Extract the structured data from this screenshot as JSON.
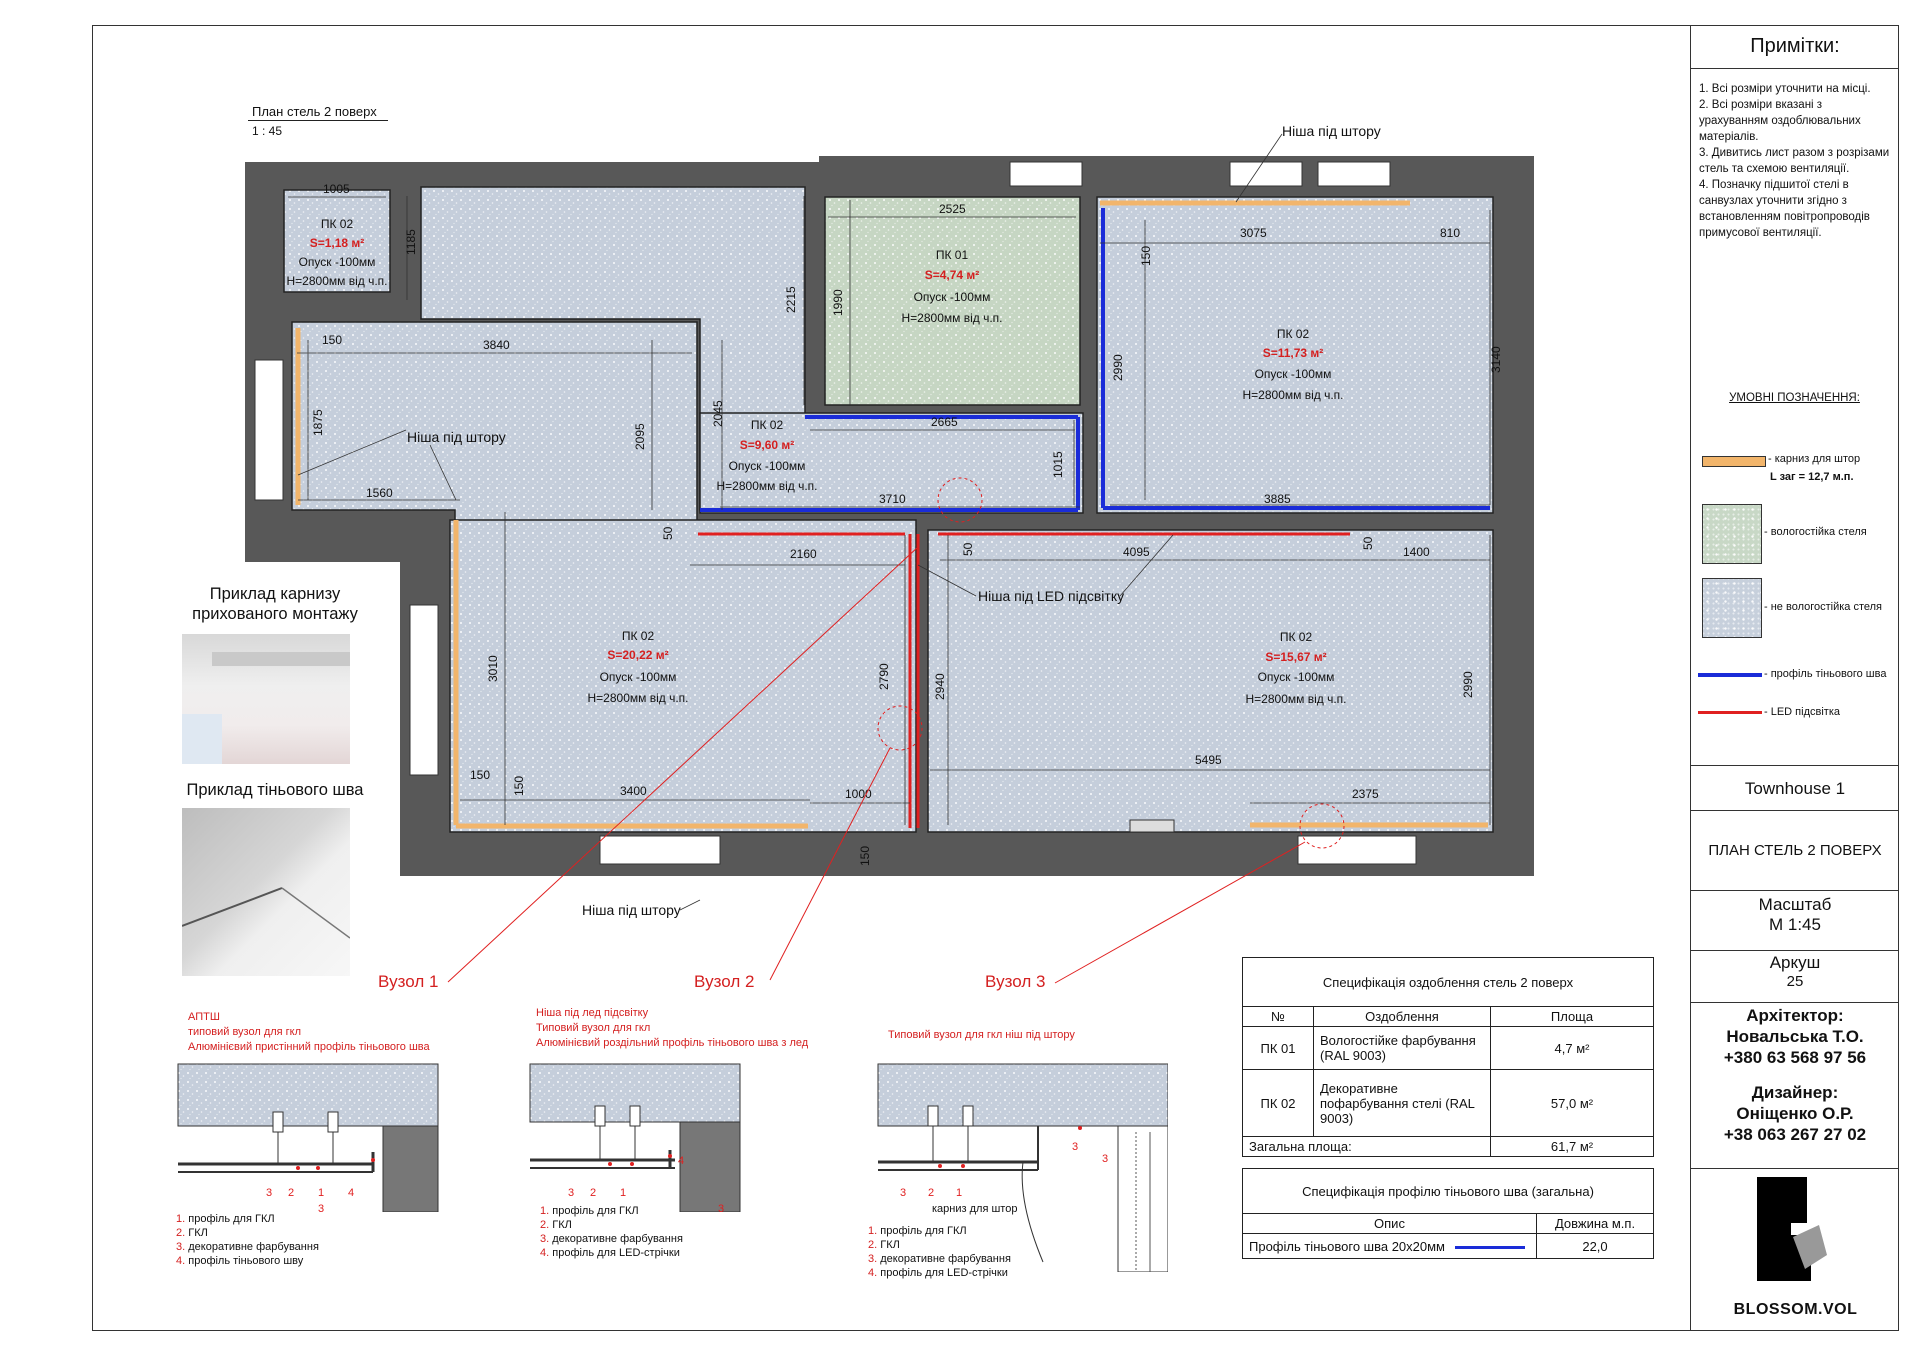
{
  "plan": {
    "title": "План стель 2 поверх",
    "scale": "1 : 45",
    "rooms": [
      {
        "code": "ПК 02",
        "area": "S=1,18 м²",
        "drop": "Опуск -100мм",
        "height": "Н=2800мм від ч.п."
      },
      {
        "code": "ПК 01",
        "area": "S=4,74 м²",
        "drop": "Опуск -100мм",
        "height": "Н=2800мм від ч.п."
      },
      {
        "code": "ПК 02",
        "area": "S=11,73 м²",
        "drop": "Опуск -100мм",
        "height": "Н=2800мм від ч.п."
      },
      {
        "code": "ПК 02",
        "area": "S=9,60 м²",
        "drop": "Опуск -100мм",
        "height": "Н=2800мм від ч.п."
      },
      {
        "code": "ПК 02",
        "area": "S=20,22 м²",
        "drop": "Опуск -100мм",
        "height": "Н=2800мм від ч.п."
      },
      {
        "code": "ПК 02",
        "area": "S=15,67 м²",
        "drop": "Опуск -100мм",
        "height": "Н=2800мм від ч.п."
      }
    ],
    "callouts": {
      "curtain_niche": "Ніша під штору",
      "led_niche": "Ніша під LED підсвітку"
    },
    "dims": [
      "1005",
      "1185",
      "2525",
      "2215",
      "1990",
      "3075",
      "810",
      "150",
      "2990",
      "3140",
      "150",
      "3840",
      "1875",
      "2095",
      "2045",
      "2665",
      "1015",
      "1560",
      "3710",
      "3885",
      "50",
      "2160",
      "50",
      "4095",
      "50",
      "1400",
      "3010",
      "2790",
      "2940",
      "2990",
      "150",
      "150",
      "3400",
      "1000",
      "5495",
      "2375",
      "150"
    ]
  },
  "examples": {
    "hidden_cornice": "Приклад карнизу прихованого монтажу",
    "shadow_seam": "Приклад тіньового шва"
  },
  "nodes": [
    {
      "label": "Вузол 1",
      "title": [
        "АПТШ",
        "типовий вузол для гкл",
        "Алюмінієвий пристінний профіль тіньового шва"
      ],
      "items": [
        [
          "1.",
          "профіль для ГКЛ"
        ],
        [
          "2.",
          "ГКЛ"
        ],
        [
          "3.",
          "декоративне фарбування"
        ],
        [
          "4.",
          "профіль тіньового шву"
        ]
      ],
      "marks": [
        "3",
        "2",
        "1",
        "4",
        "3"
      ]
    },
    {
      "label": "Вузол 2",
      "title": [
        "Ніша під лед підсвітку",
        "Типовий вузол для гкл",
        "Алюмінієвий роздільний профіль тіньового шва з лед"
      ],
      "items": [
        [
          "1.",
          "профіль для ГКЛ"
        ],
        [
          "2.",
          "ГКЛ"
        ],
        [
          "3.",
          "декоративне фарбування"
        ],
        [
          "4.",
          "профіль для LED-стрічки"
        ]
      ],
      "marks": [
        "3",
        "2",
        "1",
        "4",
        "3"
      ]
    },
    {
      "label": "Вузол 3",
      "title": [
        "Типовий вузол для гкл ніш під штору"
      ],
      "items": [
        [
          "1.",
          "профіль для ГКЛ"
        ],
        [
          "2.",
          "ГКЛ"
        ],
        [
          "3.",
          "декоративне фарбування"
        ],
        [
          "4.",
          "профіль для LED-стрічки"
        ]
      ],
      "marks": [
        "3",
        "2",
        "1",
        "3",
        "3"
      ],
      "cornice_label": "карниз для штор"
    }
  ],
  "spec1": {
    "title": "Специфікація оздоблення стель 2 поверх",
    "headers": [
      "№",
      "Оздоблення",
      "Площа"
    ],
    "rows": [
      [
        "ПК 01",
        "Вологостійке фарбування (RAL 9003)",
        "4,7 м²"
      ],
      [
        "ПК 02",
        "Декоративне пофарбування стелі (RAL 9003)",
        "57,0 м²"
      ]
    ],
    "total_label": "Загальна площа:",
    "total_value": "61,7 м²"
  },
  "spec2": {
    "title": "Специфікація профілю тіньового шва (загальна)",
    "headers": [
      "Опис",
      "Довжина м.п."
    ],
    "row": [
      "Профіль тіньового шва 20х20мм",
      "22,0"
    ]
  },
  "sidebar": {
    "notes_title": "Примітки:",
    "notes": [
      "1. Всі розміри уточнити на місці.",
      "2. Всі розміри вказані з урахуванням оздоблювальних матеріалів.",
      "3. Дивитись лист разом з розрізами стель та схемою вентиляції.",
      "4. Позначку підшитої стелі в санвузлах уточнити згідно з встановленням повітропроводів примусової вентиляції."
    ],
    "legend_title": "УМОВНІ ПОЗНАЧЕННЯ:",
    "legend": [
      {
        "label": "- карниз для штор",
        "extra": "L заг = 12,7  м.п.",
        "color": "#f2b56b"
      },
      {
        "label": "- вологостійка стеля",
        "color": "#c8d8c6"
      },
      {
        "label": "- не вологостійка стеля",
        "color": "#c7d0dc"
      },
      {
        "label": "- профіль тіньового шва",
        "color": "#1a2cd8"
      },
      {
        "label": "- LED підсвітка",
        "color": "#e02020"
      }
    ],
    "project": "Townhouse 1",
    "sheet_title": "ПЛАН СТЕЛЬ 2 ПОВЕРХ",
    "scale_label": "Масштаб",
    "scale_value": "М 1:45",
    "sheet_label": "Аркуш",
    "sheet_no": "25",
    "architect_label": "Архітектор:",
    "architect_name": "Новальська Т.О.",
    "architect_phone": "+380 63 568 97 56",
    "designer_label": "Дизайнер:",
    "designer_name": "Оніщенко О.Р.",
    "designer_phone": "+38 063 267 27 02",
    "brand": "BLOSSOM.VOL"
  },
  "colors": {
    "wall": "#585858",
    "shadow_profile": "#1a2cd8",
    "led": "#e02020",
    "cornice": "#f2b56b"
  }
}
